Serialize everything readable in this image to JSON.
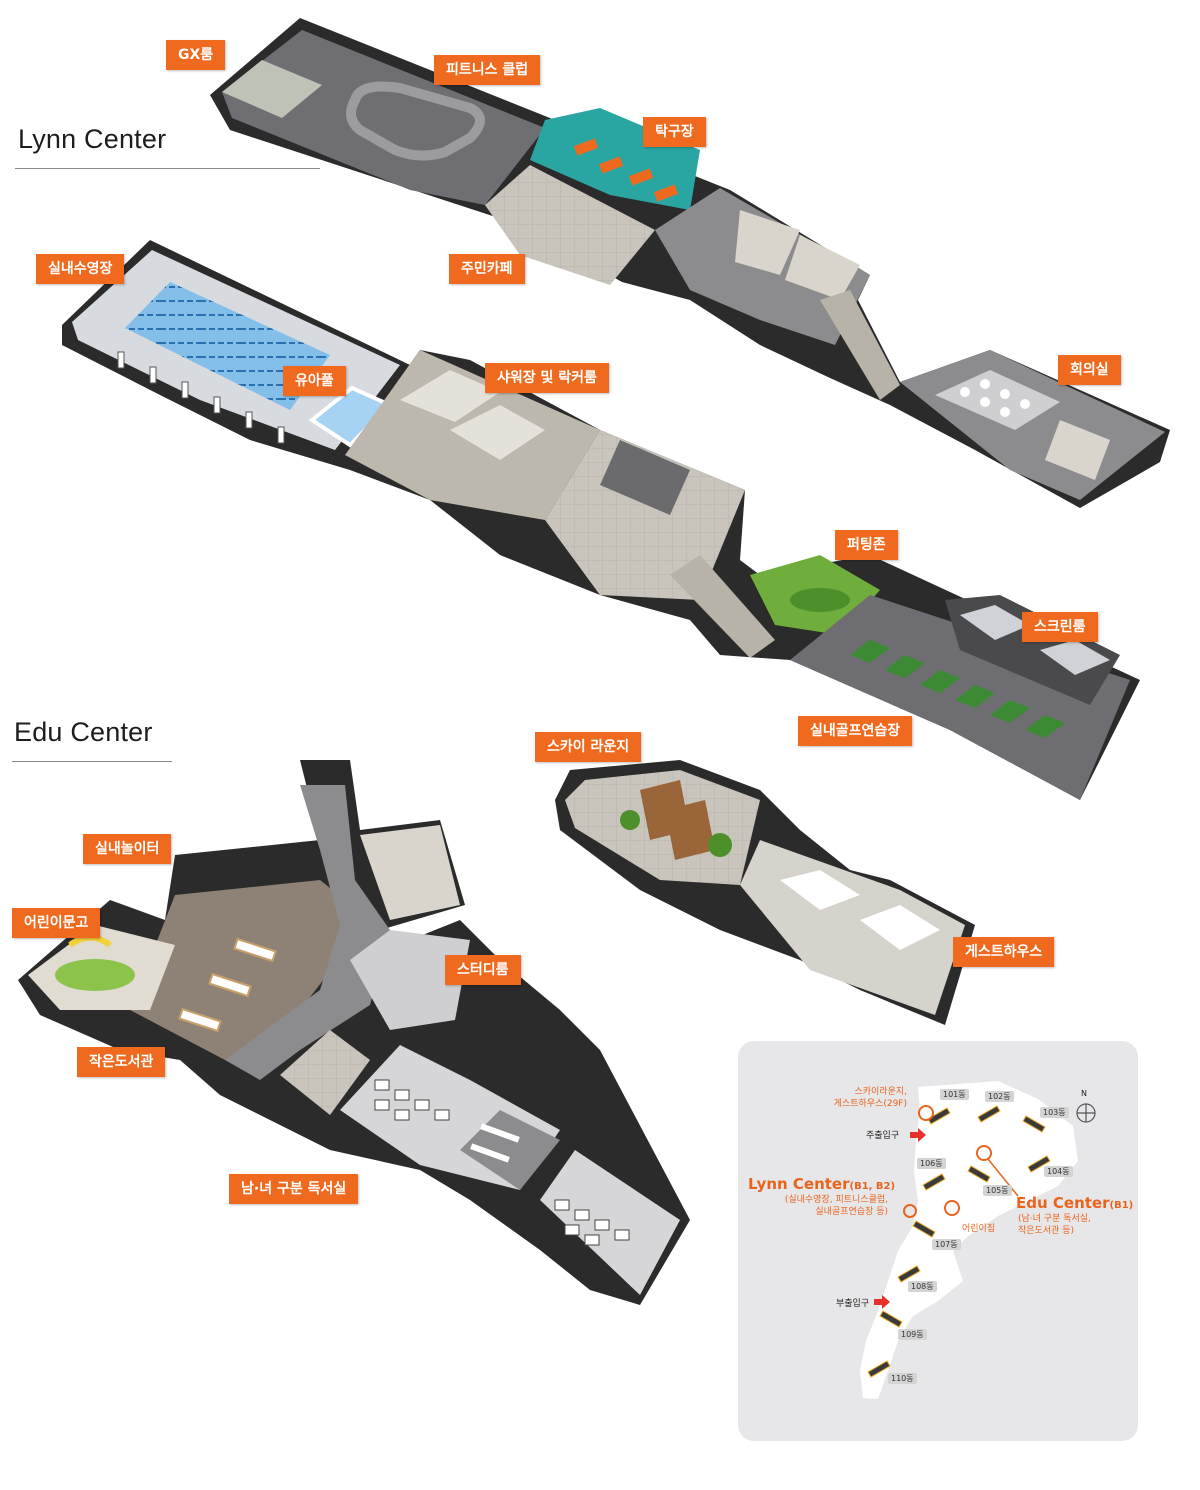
{
  "colors": {
    "accent": "#ef6a1e",
    "floor": "#8c8c8f",
    "wall": "#d9d5cd",
    "wall_dark": "#2a2a2a",
    "pool": "#7fb8e6",
    "table_tennis": "#2aa6a2",
    "green": "#6fae3d",
    "panel_bg": "#e7e7e9"
  },
  "sections": {
    "lynn": "Lynn Center",
    "edu": "Edu Center"
  },
  "labels": {
    "gx": "GX룸",
    "fitness": "피트니스 클럽",
    "tabletennis": "탁구장",
    "cafe": "주민카페",
    "pool": "실내수영장",
    "kidspool": "유아풀",
    "shower": "샤워장 및 락커룸",
    "meeting": "회의실",
    "putting": "퍼팅존",
    "screen": "스크린룸",
    "golf": "실내골프연습장",
    "sky": "스카이 라운지",
    "guest": "게스트하우스",
    "playground": "실내놀이터",
    "kidsgarden": "어린이문고",
    "study": "스터디룸",
    "library": "작은도서관",
    "reading": "남·녀 구분 독서실"
  },
  "sitemap": {
    "sky_note": [
      "스카이라운지,",
      "게스트하우스(29F)"
    ],
    "main_entrance": "주출입구",
    "sub_entrance": "부출입구",
    "lynn_title": "Lynn Center",
    "lynn_floors": "(B1, B2)",
    "lynn_desc": [
      "(실내수영장, 피트니스클럽,",
      "실내골프연습장 등)"
    ],
    "edu_title": "Edu Center",
    "edu_floors": "(B1)",
    "edu_desc": [
      "(남·녀 구분 독서실,",
      "작은도서관 등)"
    ],
    "daycare": "어린이집",
    "north": "N",
    "buildings": [
      "101동",
      "102동",
      "103동",
      "104동",
      "105동",
      "106동",
      "107동",
      "108동",
      "109동",
      "110동"
    ]
  }
}
